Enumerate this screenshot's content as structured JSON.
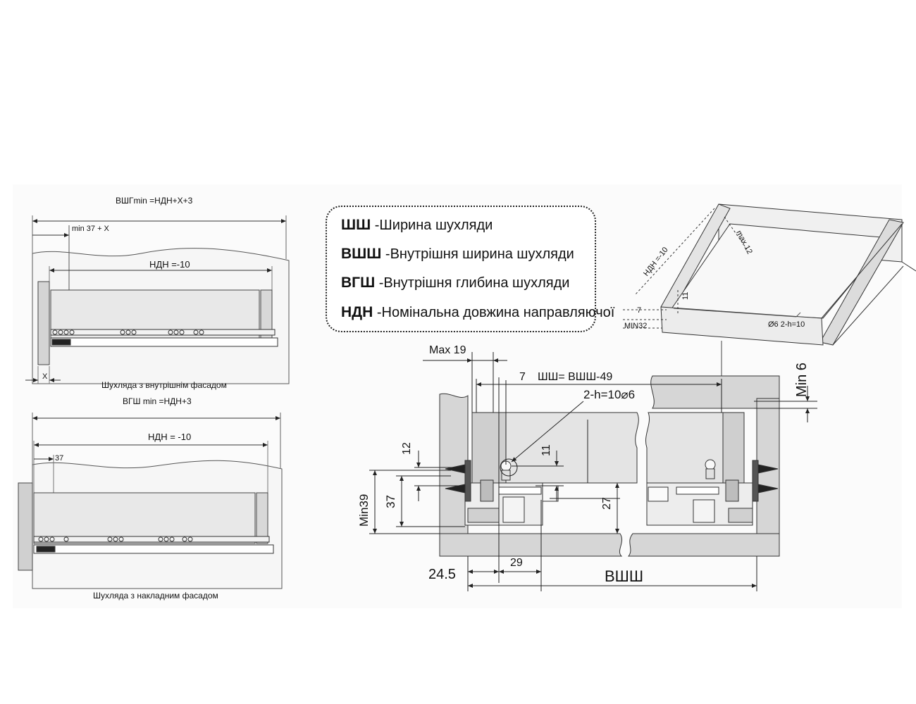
{
  "top_left": {
    "formula": "ВШГmin =НДН+X+3",
    "dim_min": "min 37 + X",
    "dim_ndn": "НДН =-10",
    "dim_x": "X",
    "caption": "Шухляда з внутрішнім фасадом"
  },
  "bottom_left": {
    "formula": "ВГШ min =НДН+3",
    "dim_ndn": "НДН = -10",
    "dim_37": "37",
    "caption": "Шухляда з накладним фасадом"
  },
  "legend": {
    "items": [
      {
        "abbr": "ШШ",
        "desc": " -Ширина шухляди"
      },
      {
        "abbr": "ВШШ",
        "desc": " -Внутрішня ширина шухляди"
      },
      {
        "abbr": "ВГШ",
        "desc": " -Внутрішня глибина шухляди"
      },
      {
        "abbr": "НДН",
        "desc": " -Номінальна довжина направляючої"
      }
    ]
  },
  "iso": {
    "ndn": "НДН =-10",
    "max12": "max 12",
    "d11": "11",
    "d7": "7",
    "min32": "MIN32",
    "hole": "Ø6  2-h=10"
  },
  "section": {
    "max19": "Max 19",
    "d7": "7",
    "sh": "ШШ= ВШШ-49",
    "hole": "2-h=10⌀6",
    "min6": "Min 6",
    "d12": "12",
    "d11": "11",
    "min39": "Min39",
    "d37": "37",
    "d27": "27",
    "d24_5": "24.5",
    "d29": "29",
    "vshsh": "ВШШ"
  }
}
